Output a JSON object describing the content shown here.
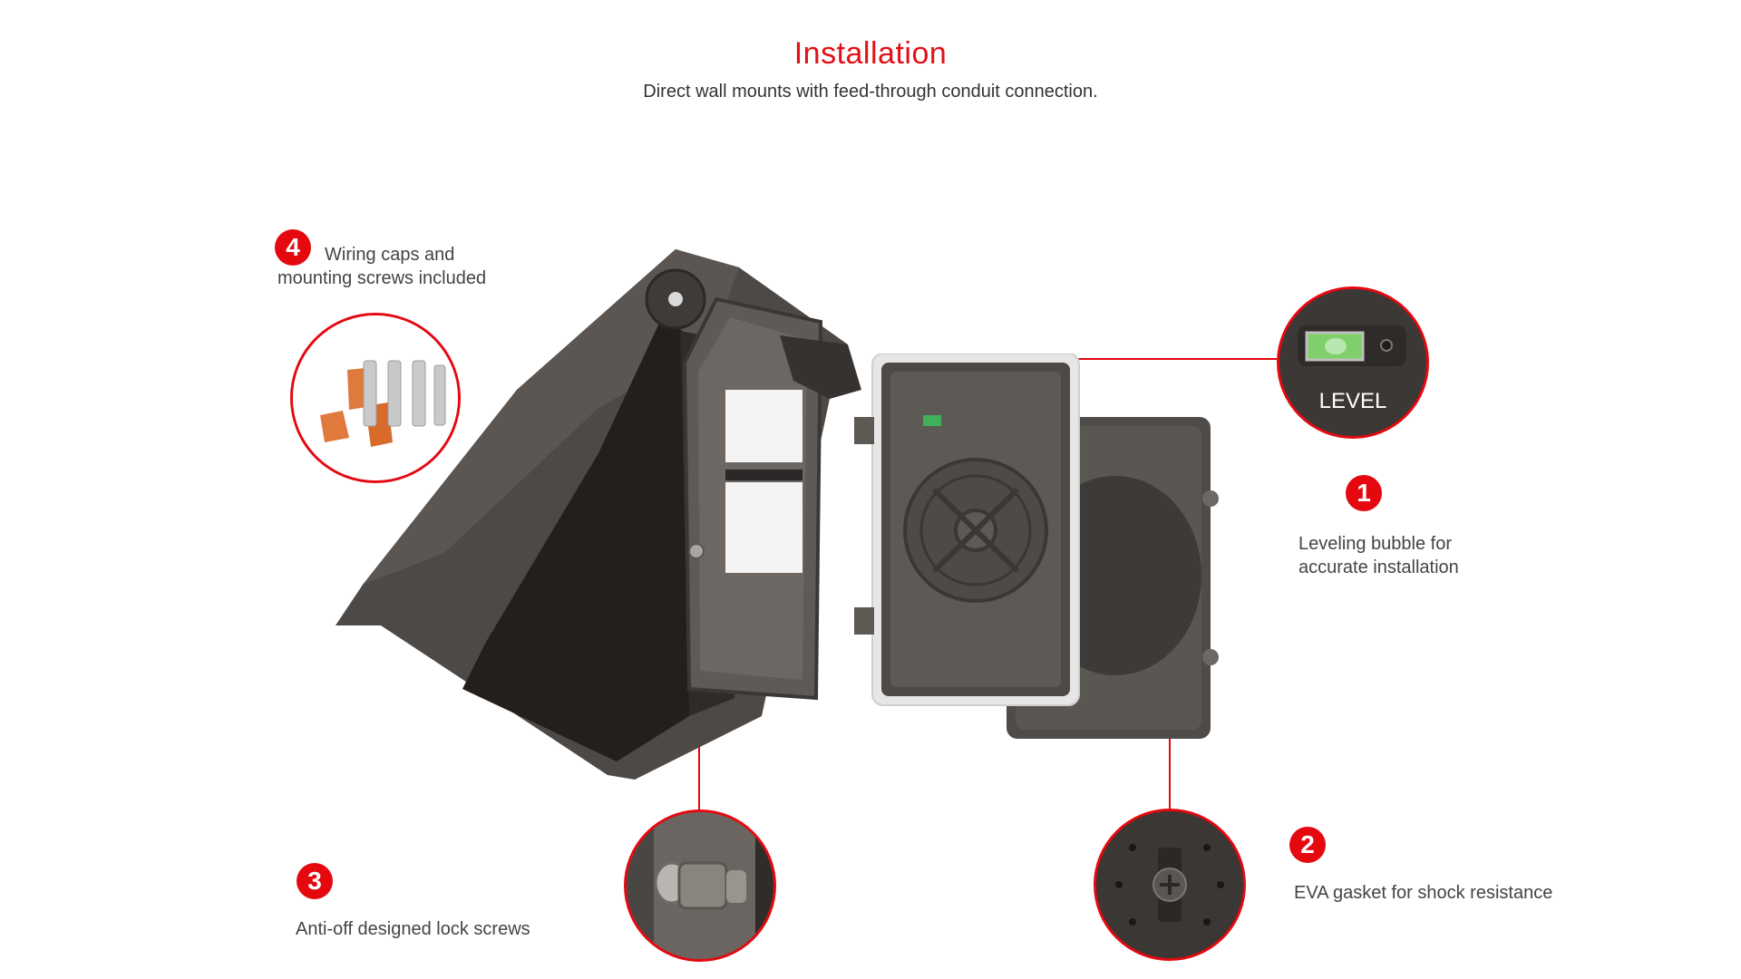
{
  "header": {
    "title": "Installation",
    "subtitle": "Direct wall mounts with feed-through conduit connection."
  },
  "features": [
    {
      "number": "1",
      "text_lines": [
        "Leveling bubble for",
        "accurate installation"
      ]
    },
    {
      "number": "2",
      "text_lines": [
        "EVA gasket for shock resistance"
      ]
    },
    {
      "number": "3",
      "text_lines": [
        "Anti-off designed lock screws"
      ]
    },
    {
      "number": "4",
      "text_lines": [
        "Wiring caps and",
        "mounting screws included"
      ]
    }
  ],
  "callouts": {
    "level_label": "LEVEL"
  },
  "colors": {
    "accent": "#e5080f",
    "title": "#e30f17",
    "product_body": "#4a4643"
  }
}
